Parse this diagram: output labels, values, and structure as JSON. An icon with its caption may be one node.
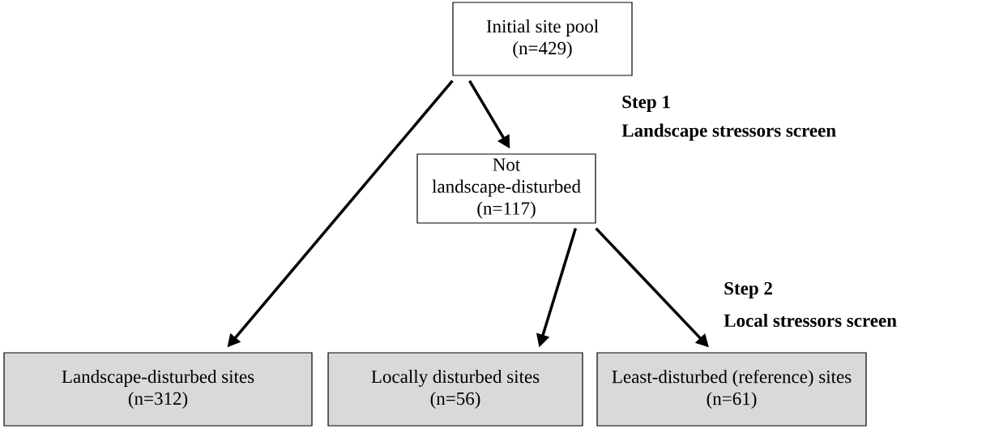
{
  "diagram": {
    "nodes": [
      {
        "text": [
          "Initial site pool (n=429)"
        ]
      },
      {
        "text": [
          "Not landscape-disturbed (n=117)"
        ]
      },
      {
        "text": [
          "Landscape-disturbed sites (n=312)"
        ]
      },
      {
        "text": [
          "Locally disturbed sites (n=56)"
        ]
      },
      {
        "text": [
          "Least-disturbed (reference) sites (n=61)"
        ]
      }
    ],
    "edges": [
      {
        "from": 0,
        "to": 2,
        "arrow": "to"
      },
      {
        "from": 0,
        "to": 1,
        "arrow": "to"
      },
      {
        "from": 1,
        "to": 3,
        "arrow": "to"
      },
      {
        "from": 1,
        "to": 4,
        "arrow": "to"
      }
    ],
    "labels": [
      "Step 1",
      "Landscape stressors screen",
      "Step 2",
      "Local stressors screen"
    ]
  }
}
